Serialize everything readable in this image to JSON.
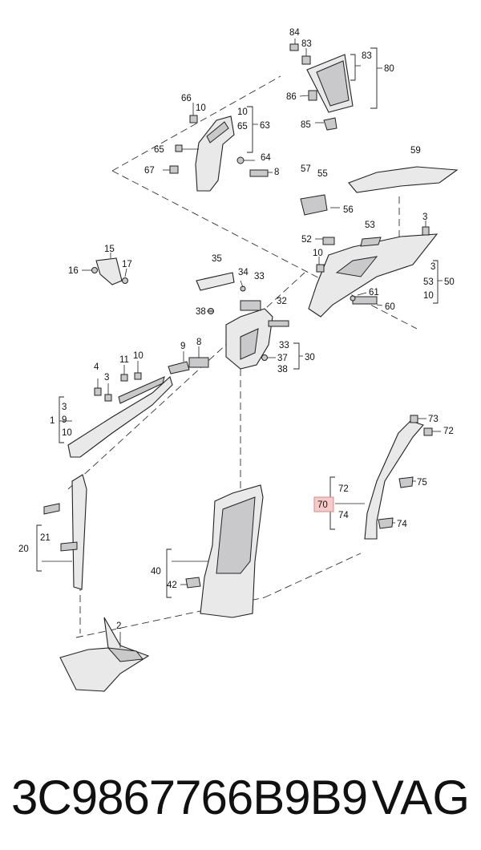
{
  "diagram": {
    "callouts": {
      "c84": "84",
      "c83a": "83",
      "c83b": "83",
      "c80": "80",
      "c86": "86",
      "c85": "85",
      "c63": "63",
      "c66": "66",
      "c10a": "10",
      "c10b": "10",
      "c65a": "65",
      "c65b": "65",
      "c64": "64",
      "c8a": "8",
      "c67": "67",
      "c59": "59",
      "c57": "57",
      "c55": "55",
      "c56": "56",
      "c53a": "53",
      "c3a": "3",
      "c52": "52",
      "c10c": "10",
      "c3b": "3",
      "c53b": "53",
      "c50": "50",
      "c10d": "10",
      "c61": "61",
      "c60": "60",
      "c15": "15",
      "c16": "16",
      "c17": "17",
      "c35": "35",
      "c34": "34",
      "c33a": "33",
      "c38a": "38",
      "c32": "32",
      "c33b": "33",
      "c37": "37",
      "c30": "30",
      "c38b": "38",
      "c4": "4",
      "c3c": "3",
      "c11": "11",
      "c10e": "10",
      "c9a": "9",
      "c8b": "8",
      "c3d": "3",
      "c9b": "9",
      "c10f": "10",
      "c1": "1",
      "c73": "73",
      "c72a": "72",
      "c72b": "72",
      "c70": "70",
      "c75": "75",
      "c74a": "74",
      "c74b": "74",
      "c21": "21",
      "c20": "20",
      "c40": "40",
      "c42": "42",
      "c2": "2"
    }
  },
  "footer": {
    "part_number": "3C9867766B9B9",
    "brand": "VAG"
  }
}
